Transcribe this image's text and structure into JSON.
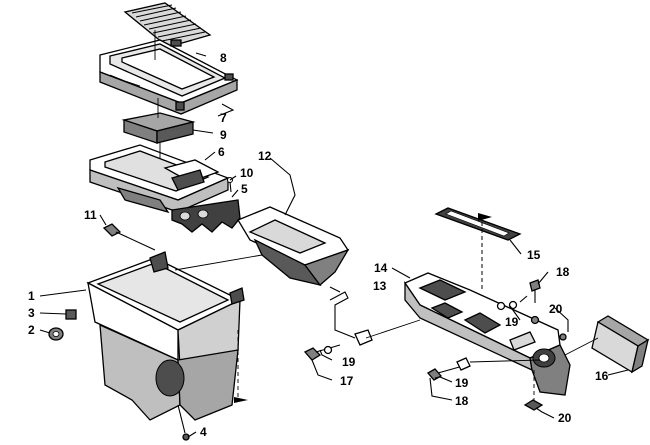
{
  "callouts": [
    {
      "id": "c1",
      "label": "1"
    },
    {
      "id": "c2",
      "label": "2"
    },
    {
      "id": "c3",
      "label": "3"
    },
    {
      "id": "c4",
      "label": "4"
    },
    {
      "id": "c5",
      "label": "5"
    },
    {
      "id": "c6",
      "label": "6"
    },
    {
      "id": "c7",
      "label": "7"
    },
    {
      "id": "c8",
      "label": "8"
    },
    {
      "id": "c9",
      "label": "9"
    },
    {
      "id": "c10",
      "label": "10"
    },
    {
      "id": "c11",
      "label": "11"
    },
    {
      "id": "c12",
      "label": "12"
    },
    {
      "id": "c13",
      "label": "13"
    },
    {
      "id": "c14",
      "label": "14"
    },
    {
      "id": "c15",
      "label": "15"
    },
    {
      "id": "c16",
      "label": "16"
    },
    {
      "id": "c17",
      "label": "17"
    },
    {
      "id": "c18a",
      "label": "18"
    },
    {
      "id": "c18b",
      "label": "18"
    },
    {
      "id": "c19a",
      "label": "19"
    },
    {
      "id": "c19b",
      "label": "19"
    },
    {
      "id": "c19c",
      "label": "19"
    },
    {
      "id": "c20a",
      "label": "20"
    },
    {
      "id": "c20b",
      "label": "20"
    }
  ],
  "colors": {
    "line": "#000000",
    "part_fill": "#ffffff",
    "shade_light": "#d9d9d9",
    "shade_mid": "#a6a6a6",
    "shade_dark": "#4d4d4d",
    "background": "#ffffff"
  }
}
